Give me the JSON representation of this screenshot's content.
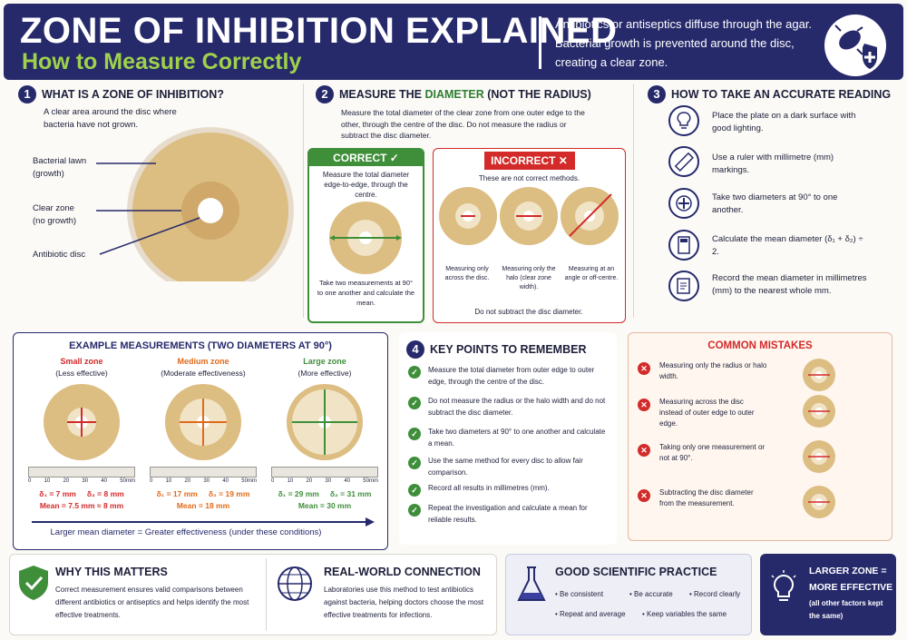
{
  "header": {
    "title": "ZONE OF INHIBITION EXPLAINED",
    "subtitle": "How to Measure Correctly",
    "description": "Antibiotics or antiseptics diffuse through the agar. Bacterial growth is prevented around the disc, creating a clear zone.",
    "icon": "bacteria-shield-icon"
  },
  "section1": {
    "number": "1",
    "title": "WHAT IS A ZONE OF INHIBITION?",
    "intro": "A clear area around the disc where bacteria have not grown.",
    "labels": {
      "lawn_1": "Bacterial lawn",
      "lawn_2": "(growth)",
      "zone_1": "Clear zone",
      "zone_2": "(no growth)",
      "disc": "Antibiotic disc"
    }
  },
  "section2": {
    "number": "2",
    "title_a": "MEASURE THE ",
    "title_b": "DIAMETER",
    "title_c": " (NOT THE RADIUS)",
    "intro": "Measure the total diameter of the clear zone from one outer edge to the other, through the centre of the disc. Do not measure the radius or subtract the disc diameter.",
    "correct": {
      "label": "CORRECT ✓",
      "text": "Measure the total diameter edge-to-edge, through the centre.",
      "caption": "Take two measurements at 90° to one another and calculate the mean."
    },
    "incorrect": {
      "label": "INCORRECT ✕",
      "text": "These are not correct methods.",
      "items": [
        "Measuring only across the disc.",
        "Measuring only the halo (clear zone width).",
        "Measuring at an angle or off-centre."
      ],
      "footer": "Do not subtract the disc diameter."
    }
  },
  "section3": {
    "number": "3",
    "title": "HOW TO TAKE AN ACCURATE READING",
    "steps": [
      {
        "icon": "lightbulb-icon",
        "text": "Place the plate on a dark surface with good lighting."
      },
      {
        "icon": "ruler-icon",
        "text": "Use a ruler with millimetre (mm) markings."
      },
      {
        "icon": "crosshair-icon",
        "text": "Take two diameters at 90° to one another."
      },
      {
        "icon": "calculator-icon",
        "text": "Calculate the mean diameter (δ₁ + δ₂) ÷ 2."
      },
      {
        "icon": "notepad-icon",
        "text": "Record the mean diameter in millimetres (mm) to the nearest whole mm."
      }
    ]
  },
  "examples": {
    "title": "EXAMPLE MEASUREMENTS (TWO DIAMETERS AT 90°)",
    "ruler_ticks": [
      "0",
      "10",
      "20",
      "30",
      "40",
      "50mm"
    ],
    "items": [
      {
        "name": "Small zone",
        "desc": "(Less effective)",
        "d1": "δ₁ = 7 mm",
        "d2": "δ₂ = 8 mm",
        "mean": "Mean = 7.5 mm ≈ 8 mm",
        "color": "#d32a2a"
      },
      {
        "name": "Medium zone",
        "desc": "(Moderate effectiveness)",
        "d1": "δ₁ = 17 mm",
        "d2": "δ₂ = 19 mm",
        "mean": "Mean = 18 mm",
        "color": "#e06a1b"
      },
      {
        "name": "Large zone",
        "desc": "(More effective)",
        "d1": "δ₁ = 29 mm",
        "d2": "δ₂ = 31 mm",
        "mean": "Mean = 30 mm",
        "color": "#3f8f3a"
      }
    ],
    "footer": "Larger mean diameter = Greater effectiveness (under these conditions)"
  },
  "section4": {
    "number": "4",
    "title": "KEY POINTS TO REMEMBER",
    "points": [
      "Measure the total diameter from outer edge to outer edge, through the centre of the disc.",
      "Do not measure the radius or the halo width and do not subtract the disc diameter.",
      "Take two diameters at 90° to one another and calculate a mean.",
      "Use the same method for every disc to allow fair comparison.",
      "Record all results in millimetres (mm).",
      "Repeat the investigation and calculate a mean for reliable results."
    ]
  },
  "mistakes": {
    "title": "COMMON MISTAKES",
    "items": [
      "Measuring only the radius or halo width.",
      "Measuring across the disc instead of outer edge to outer edge.",
      "Taking only one measurement or not at 90°.",
      "Subtracting the disc diameter from the measurement."
    ]
  },
  "footer": {
    "why": {
      "title": "WHY THIS MATTERS",
      "text": "Correct measurement ensures valid comparisons between different antibiotics or antiseptics and helps identify the most effective treatments.",
      "icon": "shield-check-icon"
    },
    "real": {
      "title": "REAL-WORLD CONNECTION",
      "text": "Laboratories use this method to test antibiotics against bacteria, helping doctors choose the most effective treatments for infections.",
      "icon": "globe-icon"
    },
    "good": {
      "title": "GOOD SCIENTIFIC PRACTICE",
      "items": [
        "• Be consistent",
        "• Be accurate",
        "• Record clearly",
        "• Repeat and average",
        "• Keep variables the same"
      ],
      "icon": "flask-icon"
    },
    "larger": {
      "title_1": "LARGER ZONE =",
      "title_2": "MORE EFFECTIVE",
      "sub": "(all other factors kept the same)",
      "icon": "lightbulb-icon"
    }
  },
  "colors": {
    "navy": "#262a6b",
    "green": "#3f8f3a",
    "red": "#d32a2a",
    "accent": "#9fd24a"
  }
}
